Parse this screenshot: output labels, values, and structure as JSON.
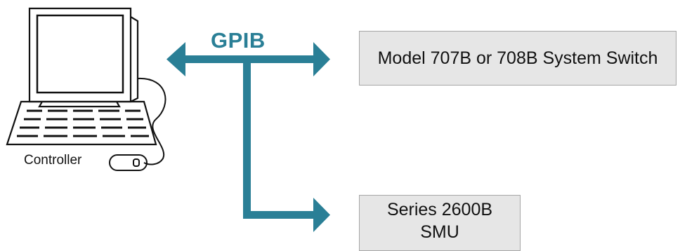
{
  "bus": {
    "label": "GPIB",
    "color": "#2a7f96"
  },
  "controller": {
    "label": "Controller"
  },
  "devices": {
    "switch": {
      "label": "Model 707B or 708B System Switch"
    },
    "smu": {
      "line1": "Series 2600B",
      "line2": "SMU"
    }
  },
  "colors": {
    "box_fill": "#e6e6e6",
    "box_border": "#a6a6a6"
  }
}
